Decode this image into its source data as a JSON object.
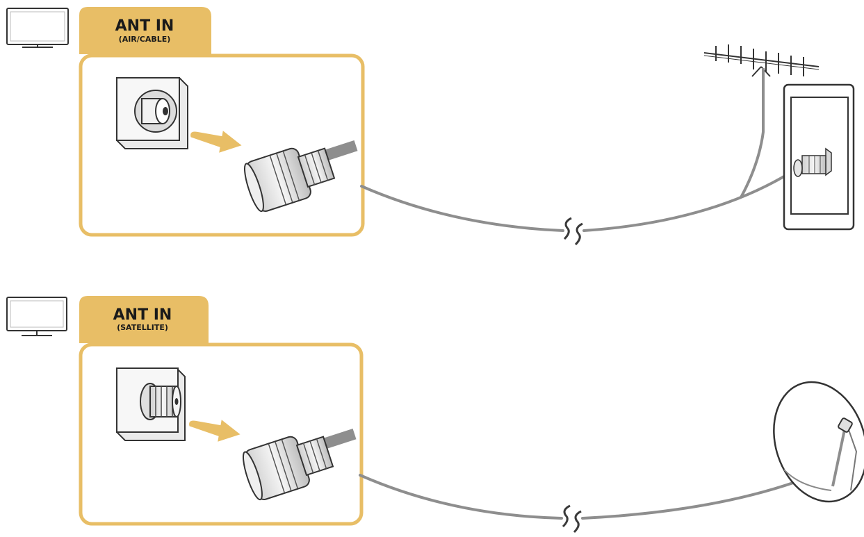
{
  "colors": {
    "accent": "#e8be66",
    "cable": "#8e8e8e",
    "line": "#3a3a3a"
  },
  "panels": [
    {
      "icon": "tv-icon",
      "title": "ANT IN",
      "subtitle": "(AIR/CABLE)",
      "jack": "coaxial-jack-icon",
      "source": "antenna-icon",
      "outlet": "wall-outlet-icon"
    },
    {
      "icon": "tv-icon",
      "title": "ANT IN",
      "subtitle": "(SATELLITE)",
      "jack": "f-connector-jack-icon",
      "source": "satellite-dish-icon"
    }
  ]
}
